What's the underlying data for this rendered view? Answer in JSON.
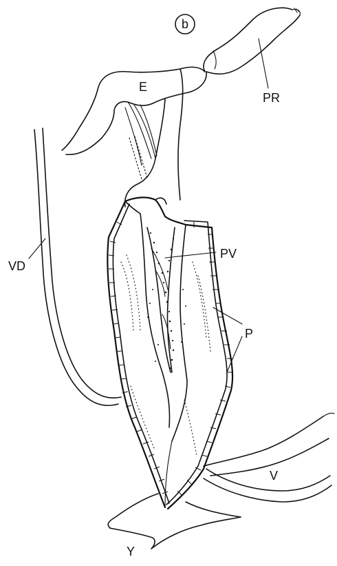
{
  "figure": {
    "badge": "b",
    "labels": {
      "E": "E",
      "PR": "PR",
      "VD": "VD",
      "PV": "PV",
      "P": "P",
      "V": "V",
      "Y": "Y"
    }
  }
}
